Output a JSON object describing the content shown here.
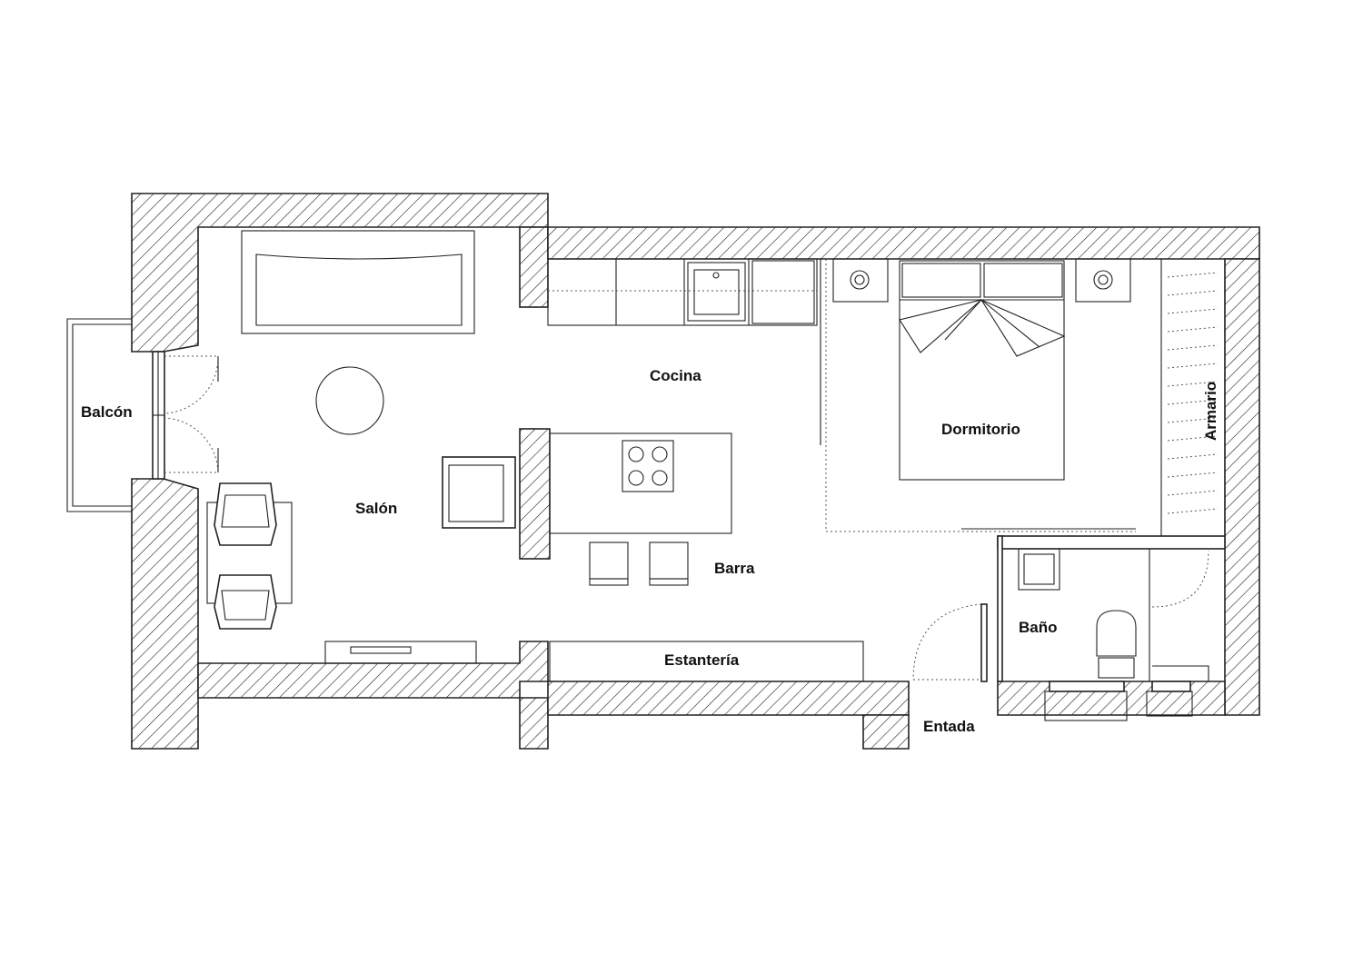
{
  "rooms": {
    "balcony": "Balcón",
    "kitchen": "Cocina",
    "bedroom": "Dormitorio",
    "wardrobe": "Armario",
    "living": "Salón",
    "bar": "Barra",
    "bathroom": "Baño",
    "shelving": "Estantería",
    "entrance": "Entada"
  },
  "colors": {
    "line": "#222222",
    "background": "#ffffff"
  }
}
